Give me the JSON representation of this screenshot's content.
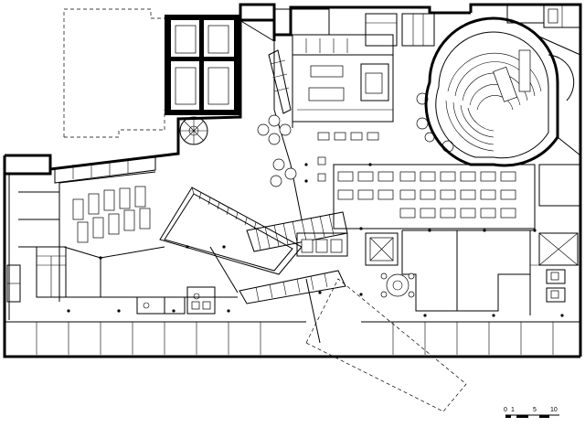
{
  "scale_bar": {
    "labels": [
      "0",
      "1",
      "5",
      "10"
    ]
  }
}
